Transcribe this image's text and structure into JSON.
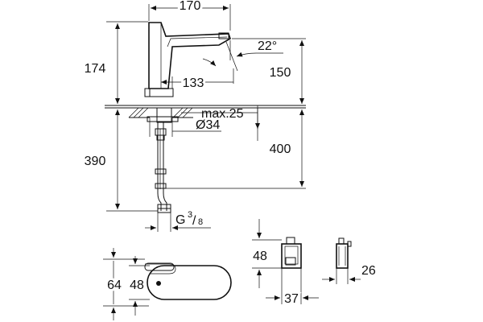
{
  "drawing": {
    "dimensions": {
      "spout_reach": "170",
      "spout_angle": "22°",
      "height_above_deck": "174",
      "outlet_height": "150",
      "outlet_reach": "133",
      "max_deck_thickness": "max.25",
      "hole_diameter": "Ø34",
      "hose_length_left": "390",
      "hose_length_right": "400",
      "thread_prefix": "G",
      "thread_num": "3",
      "thread_den": "8",
      "plate_length": "64",
      "plate_width": "48",
      "box_height": "48",
      "box_width": "37",
      "box_depth": "26"
    }
  }
}
